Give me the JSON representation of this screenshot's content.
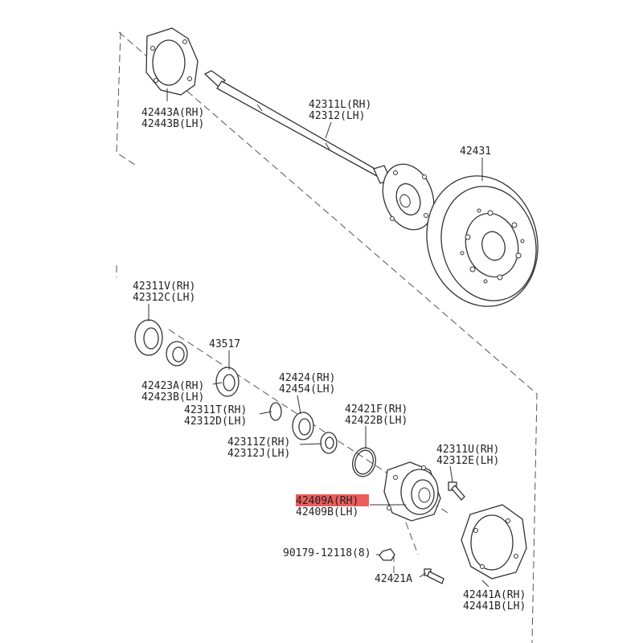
{
  "diagram": {
    "highlight_color": "#e9413f",
    "labels": {
      "shim_rh": "42443A(RH)",
      "shim_lh": "42443B(LH)",
      "shaft_rh": "42311L(RH)",
      "shaft_lh": "42312(LH)",
      "rotor": "42431",
      "seal_rh": "42311V(RH)",
      "seal_lh": "42312C(LH)",
      "snap_ring": "43517",
      "retainer_rh": "42423A(RH)",
      "retainer_lh": "42423B(LH)",
      "washer_rh": "42311T(RH)",
      "washer_lh": "42312D(LH)",
      "bearing_rh": "42424(RH)",
      "bearing_lh": "42454(LH)",
      "oring_rh": "42421F(RH)",
      "oring_lh": "42422B(LH)",
      "spacer_rh": "42311Z(RH)",
      "spacer_lh": "42312J(LH)",
      "bolt_rh": "42311U(RH)",
      "bolt_lh": "42312E(LH)",
      "hub_rh": "42409A(RH)",
      "hub_lh": "42409B(LH)",
      "nut": "90179-12118(8)",
      "stud": "42421A",
      "plate_rh": "42441A(RH)",
      "plate_lh": "42441B(LH)"
    }
  }
}
